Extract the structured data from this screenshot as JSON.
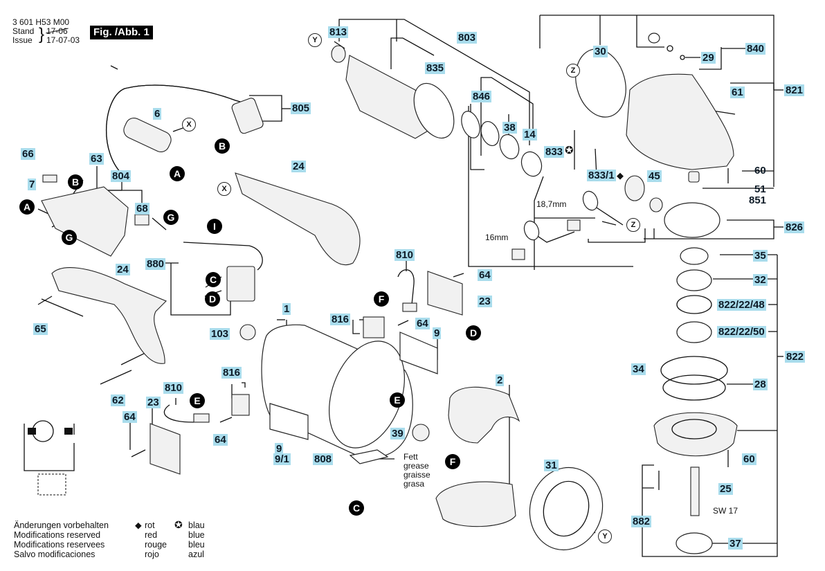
{
  "header": {
    "part_number": "3 601 H53 M00",
    "stand_label": "Stand",
    "issue_label": "Issue",
    "stand_date_struck": "17-06",
    "issue_date": "17-07-03",
    "figure_label": "Fig. /Abb. 1"
  },
  "colors": {
    "label_highlight": "#a9dcec",
    "label_text": "#0d1a26",
    "line": "#111111",
    "connector_fill": "#000000"
  },
  "part_labels": {
    "p813": "813",
    "p803": "803",
    "p835": "835",
    "p30": "30",
    "p840": "840",
    "p29": "29",
    "p821": "821",
    "p61": "61",
    "p846": "846",
    "p38": "38",
    "p14": "14",
    "p833": "833",
    "p833_1": "833/1",
    "p45": "45",
    "p60a": "60",
    "p51": "51",
    "p851": "851",
    "p826": "826",
    "p805": "805",
    "p6": "6",
    "p66": "66",
    "p63": "63",
    "p7": "7",
    "p804": "804",
    "p68": "68",
    "p24a": "24",
    "p880": "880",
    "p24b": "24",
    "p65": "65",
    "p62": "62",
    "p810a": "810",
    "p64a": "64",
    "p23a": "23",
    "p816a": "816",
    "p64b": "64",
    "p9a": "9",
    "p1": "1",
    "p103": "103",
    "p816b": "816",
    "p810b": "810",
    "p23b": "23",
    "p64c": "64",
    "p64d": "64",
    "p9b": "9",
    "p9_1": "9/1",
    "p808": "808",
    "p39": "39",
    "p2": "2",
    "p31": "31",
    "p35": "35",
    "p32": "32",
    "p822_22_48": "822/22/48",
    "p822_22_50": "822/22/50",
    "p822": "822",
    "p34": "34",
    "p28": "28",
    "p60b": "60",
    "p25": "25",
    "p882": "882",
    "p37": "37"
  },
  "dimensions": {
    "d1": "18,7mm",
    "d2": "16mm",
    "wrench": "SW 17"
  },
  "grease_note": [
    "Fett",
    "grease",
    "graisse",
    "grasa"
  ],
  "connectors": [
    "A",
    "B",
    "C",
    "D",
    "E",
    "F",
    "G",
    "I"
  ],
  "reference_marks": [
    "X",
    "Y",
    "Z"
  ],
  "footer": {
    "modifications": [
      "Änderungen vorbehalten",
      "Modifications reserved",
      "Modifications reservees",
      "Salvo modificaciones"
    ],
    "legend_red_symbol": "◆",
    "legend_red": [
      "rot",
      "red",
      "rouge",
      "rojo"
    ],
    "legend_blue_symbol": "✪",
    "legend_blue": [
      "blau",
      "blue",
      "bleu",
      "azul"
    ]
  }
}
